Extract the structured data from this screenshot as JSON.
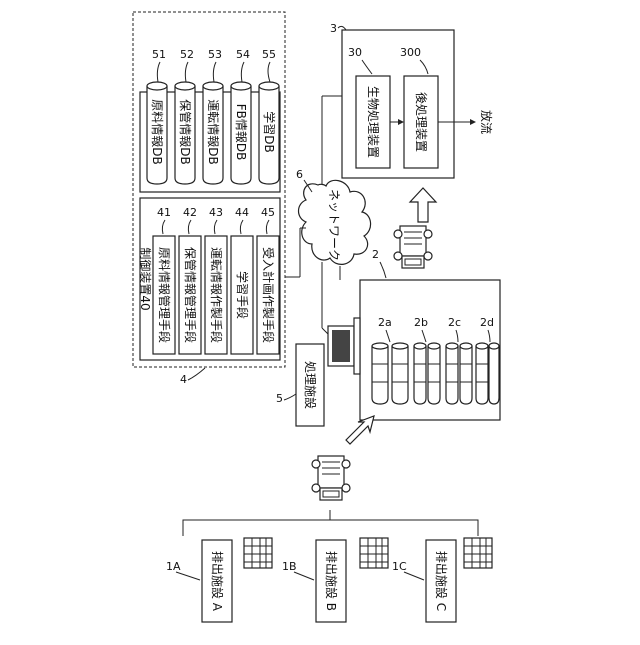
{
  "refs": {
    "r4": "4",
    "r5": "5",
    "r6": "6",
    "r3": "3",
    "r2": "2",
    "r30": "30",
    "r300": "300",
    "r41": "41",
    "r42": "42",
    "r43": "43",
    "r44": "44",
    "r45": "45",
    "r51": "51",
    "r52": "52",
    "r53": "53",
    "r54": "54",
    "r55": "55",
    "r2a": "2a",
    "r2b": "2b",
    "r2c": "2c",
    "r2d": "2d",
    "r1A": "1A",
    "r1B": "1B",
    "r1C": "1C"
  },
  "control": {
    "title": "制御装置40",
    "units": [
      "原料情報管理手段",
      "保管情報管理手段",
      "運転情報作製手段",
      "学習手段",
      "受入計画作製手段"
    ]
  },
  "databases": [
    "原料情報DB",
    "保管情報DB",
    "運転情報DB",
    "FB情報DB",
    "学習DB"
  ],
  "network": "ネットワーク",
  "treatment": {
    "bio": "生物処理装置",
    "post": "後処理装置",
    "discharge": "放流"
  },
  "processing_facility": "処理施設",
  "emitters": [
    "排出施設 A",
    "排出施設 B",
    "排出施設 C"
  ]
}
